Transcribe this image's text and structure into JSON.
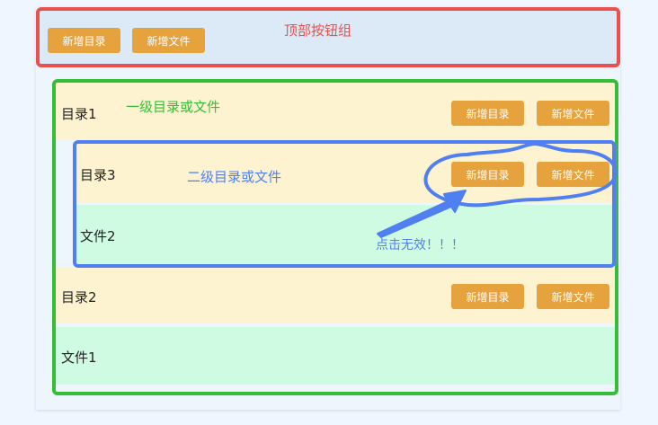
{
  "top_bar": {
    "add_dir_label": "新增目录",
    "add_file_label": "新增文件",
    "annotation": "顶部按钮组"
  },
  "annotations": {
    "level1": "一级目录或文件",
    "level2": "二级目录或文件",
    "click_invalid": "点击无效！！！"
  },
  "tree": {
    "dir1": {
      "label": "目录1",
      "add_dir_label": "新增目录",
      "add_file_label": "新增文件"
    },
    "dir3": {
      "label": "目录3",
      "add_dir_label": "新增目录",
      "add_file_label": "新增文件"
    },
    "file2": {
      "label": "文件2"
    },
    "dir2": {
      "label": "目录2",
      "add_dir_label": "新增目录",
      "add_file_label": "新增文件"
    },
    "file1": {
      "label": "文件1"
    }
  },
  "colors": {
    "button": "#e6a23c",
    "dir_row": "#fdf3d0",
    "file_row": "#d0fbe3",
    "annot_red": "#e8514d",
    "annot_green": "#35be35",
    "annot_blue": "#4f7ff0"
  }
}
